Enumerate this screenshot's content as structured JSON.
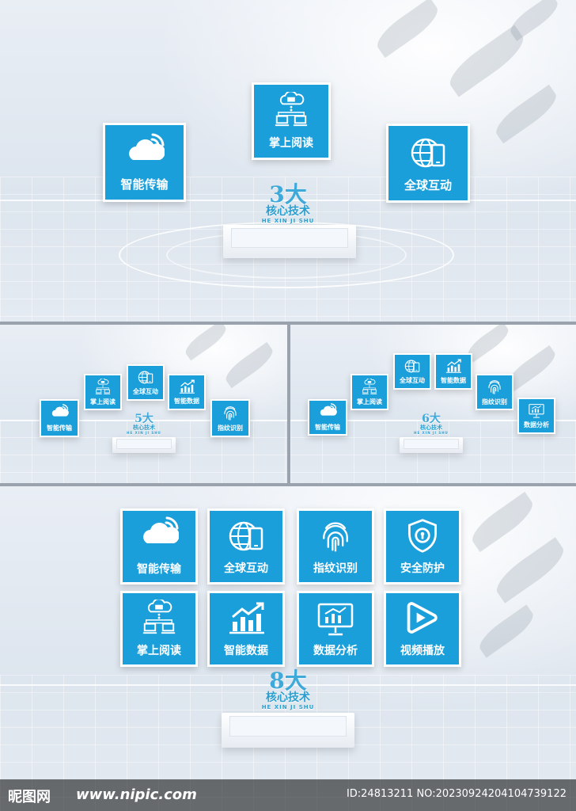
{
  "panel_top": {
    "tiles": [
      {
        "label": "智能传输",
        "icon": "cloud-wifi-icon"
      },
      {
        "label": "掌上阅读",
        "icon": "cloud-book-icon"
      },
      {
        "label": "全球互动",
        "icon": "globe-phone-icon"
      }
    ],
    "title": {
      "num": "3大",
      "sub": "核心技术",
      "pin": "HE XIN JI SHU"
    }
  },
  "panel_mid_left": {
    "tiles": [
      {
        "label": "智能传输",
        "icon": "cloud-wifi-icon"
      },
      {
        "label": "掌上阅读",
        "icon": "cloud-book-icon"
      },
      {
        "label": "全球互动",
        "icon": "globe-phone-icon"
      },
      {
        "label": "智能数据",
        "icon": "bar-chart-icon"
      },
      {
        "label": "指纹识别",
        "icon": "fingerprint-icon"
      }
    ],
    "title": {
      "num": "5大",
      "sub": "核心技术",
      "pin": "HE XIN JI SHU"
    }
  },
  "panel_mid_right": {
    "tiles": [
      {
        "label": "智能传输",
        "icon": "cloud-wifi-icon"
      },
      {
        "label": "掌上阅读",
        "icon": "cloud-book-icon"
      },
      {
        "label": "全球互动",
        "icon": "globe-phone-icon"
      },
      {
        "label": "智能数据",
        "icon": "bar-chart-icon"
      },
      {
        "label": "指纹识别",
        "icon": "fingerprint-icon"
      },
      {
        "label": "数据分析",
        "icon": "monitor-chart-icon"
      }
    ],
    "title": {
      "num": "6大",
      "sub": "核心技术",
      "pin": "HE XIN JI SHU"
    }
  },
  "panel_bottom": {
    "tiles": [
      {
        "label": "智能传输",
        "icon": "cloud-wifi-icon"
      },
      {
        "label": "全球互动",
        "icon": "globe-phone-icon"
      },
      {
        "label": "指纹识别",
        "icon": "fingerprint-icon"
      },
      {
        "label": "安全防护",
        "icon": "shield-icon"
      },
      {
        "label": "掌上阅读",
        "icon": "cloud-book-icon"
      },
      {
        "label": "智能数据",
        "icon": "bar-chart-icon"
      },
      {
        "label": "数据分析",
        "icon": "monitor-chart-icon"
      },
      {
        "label": "视频播放",
        "icon": "play-icon"
      }
    ],
    "title": {
      "num": "8大",
      "sub": "核心技术",
      "pin": "HE XIN JI SHU"
    }
  },
  "footer": {
    "logo": "昵图网",
    "site": "www.nipic.com",
    "id": "ID:24813211 NO:20230924204104739122"
  },
  "colors": {
    "tile": "#1a9fdb",
    "title": "#3fa9d9"
  }
}
